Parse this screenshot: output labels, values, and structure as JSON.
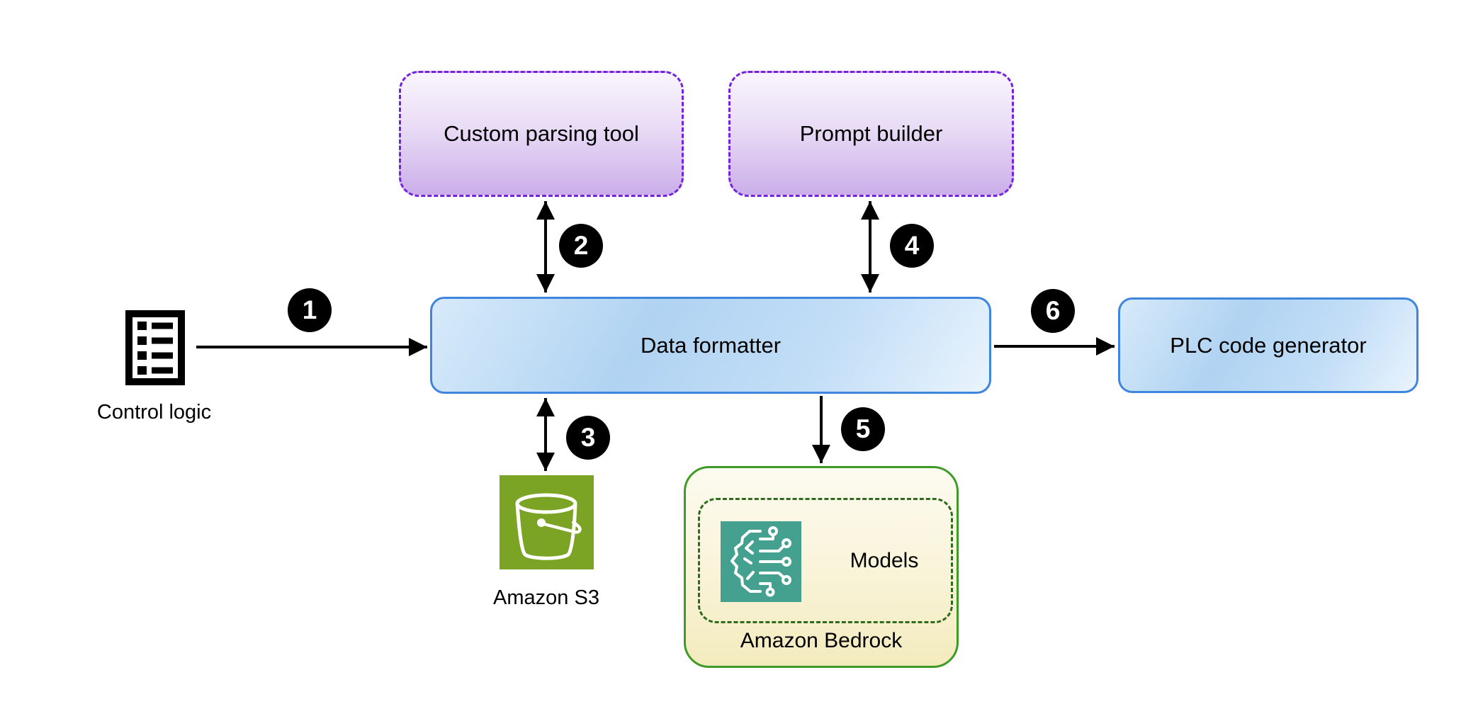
{
  "diagram": {
    "nodes": {
      "control_logic": {
        "label": "Control logic"
      },
      "custom_parsing_tool": {
        "label": "Custom parsing tool"
      },
      "prompt_builder": {
        "label": "Prompt builder"
      },
      "data_formatter": {
        "label": "Data formatter"
      },
      "plc_code_generator": {
        "label": "PLC code generator"
      },
      "amazon_s3": {
        "label": "Amazon S3"
      },
      "amazon_bedrock": {
        "label": "Amazon Bedrock",
        "models_label": "Models"
      }
    },
    "steps": [
      "1",
      "2",
      "3",
      "4",
      "5",
      "6"
    ],
    "colors": {
      "arrow": "#000000",
      "badge_bg": "#000000",
      "badge_text": "#ffffff",
      "blue_border": "#3e86dd",
      "purple_border": "#7522dc",
      "bedrock_border": "#3f9b28",
      "bedrock_inner_border": "#2e6b1e",
      "s3_green": "#7ba324",
      "bedrock_teal": "#45a18f",
      "label_text": "#000000"
    }
  }
}
